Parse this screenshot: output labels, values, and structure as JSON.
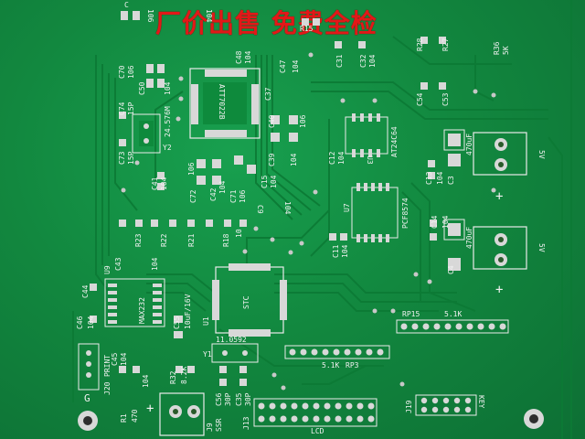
{
  "watermark": "厂价出售 免费全检",
  "labels": {
    "top_c": "C",
    "c106a": "106",
    "c104a": "104",
    "c70": "C70",
    "c106b": "106",
    "c50": "C50",
    "c104b": "104",
    "c48": "C48",
    "c104c": "104",
    "att": "ATT7022B",
    "c74": "C74",
    "c15p_a": "15P",
    "crystal": "24.576M",
    "y2": "Y2",
    "c73": "C73",
    "c15p_b": "15P",
    "c41": "C41",
    "c104d": "104",
    "c72": "C72",
    "c42": "C42",
    "c104e": "104",
    "c71": "C71",
    "c106c": "106",
    "c106d": "106",
    "c15": "C15",
    "c104f": "104",
    "c40": "C40",
    "c106e": "106",
    "c39": "C39",
    "c104g": "104",
    "c47": "C47",
    "c104h": "104",
    "c37": "C37",
    "r15": "R15",
    "c31": "C31",
    "c32": "C32",
    "c104i": "104",
    "r28": "R28",
    "r27": "R27",
    "r36": "R36",
    "r5k": "5K",
    "c54": "C54",
    "c53": "C53",
    "c12": "C12",
    "c104j": "104",
    "u3": "U3",
    "at24": "AT24C64",
    "c13": "C13",
    "c104k": "104",
    "c3": "C3",
    "cap470a": "470uF",
    "v5a": "5V",
    "u7": "U7",
    "pcf": "PCF8574",
    "c9": "C9",
    "c104l": "104",
    "c14": "C14",
    "c104m": "104",
    "c4": "C4",
    "cap470b": "470uF",
    "v5b": "5V",
    "c11": "C11",
    "c104n": "104",
    "r23": "R23",
    "r22": "R22",
    "r21": "R21",
    "r18": "R18",
    "r10": "10",
    "u9": "U9",
    "c43": "C43",
    "c104o": "104",
    "max": "MAX232",
    "c44": "C44",
    "c46": "C46",
    "c104p": "104",
    "c55": "C55",
    "cap10": "10uF/16V",
    "u1": "U1",
    "stc": "STC",
    "rp15": "RP15",
    "rp_val": "5.1K",
    "y1": "Y1",
    "osc": "11.0592",
    "rp3": "RP3",
    "rp3_val": "5.1K",
    "print": "PRINT",
    "j20": "J20",
    "c45": "C45",
    "c104q": "104",
    "r32": "R32",
    "r82k": "8.2K",
    "c56": "C56",
    "c30p_a": "30P",
    "c35": "C35",
    "c30p_b": "30P",
    "r1": "R1",
    "r470": "470",
    "c104r": "104",
    "g_mark": "G",
    "ssr": "SSR",
    "j9": "J9",
    "j13": "J13",
    "lcd": "LCD",
    "j19": "J19",
    "key": "KEY",
    "plus_a": "+",
    "plus_b": "+",
    "plus_c": "+"
  }
}
